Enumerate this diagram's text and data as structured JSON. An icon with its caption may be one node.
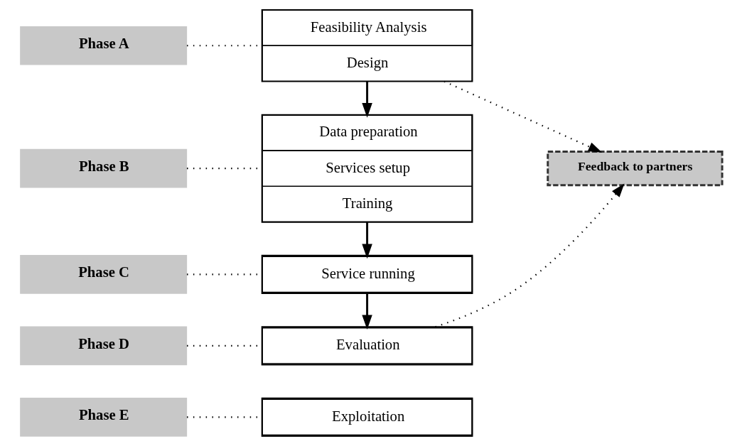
{
  "diagram": {
    "nodes": [
      {
        "text": [
          "Phase A"
        ]
      },
      {
        "text": [
          "Feasibility Analysis",
          "Design"
        ]
      },
      {
        "text": [
          "Phase B"
        ]
      },
      {
        "text": [
          "Data preparation",
          "Services setup",
          "Training"
        ]
      },
      {
        "text": [
          "Phase C"
        ]
      },
      {
        "text": [
          "Service running"
        ]
      },
      {
        "text": [
          "Phase D"
        ]
      },
      {
        "text": [
          "Evaluation"
        ]
      },
      {
        "text": [
          "Phase E"
        ]
      },
      {
        "text": [
          "Exploitation"
        ]
      },
      {
        "text": [
          "Feedback to partners"
        ]
      }
    ],
    "edges": [
      {
        "from": 0,
        "to": 1,
        "arrow": "none",
        "style": "dashed"
      },
      {
        "from": 2,
        "to": 3,
        "arrow": "none",
        "style": "dashed"
      },
      {
        "from": 4,
        "to": 5,
        "arrow": "none",
        "style": "dashed"
      },
      {
        "from": 6,
        "to": 7,
        "arrow": "none",
        "style": "dashed"
      },
      {
        "from": 8,
        "to": 9,
        "arrow": "none",
        "style": "dashed"
      },
      {
        "from": 1,
        "to": 3,
        "arrow": "to"
      },
      {
        "from": 3,
        "to": 5,
        "arrow": "to"
      },
      {
        "from": 5,
        "to": 7,
        "arrow": "to"
      },
      {
        "from": 1,
        "to": 10,
        "arrow": "to",
        "style": "dashed"
      },
      {
        "from": 7,
        "to": 10,
        "arrow": "to",
        "style": "dashed"
      }
    ]
  }
}
